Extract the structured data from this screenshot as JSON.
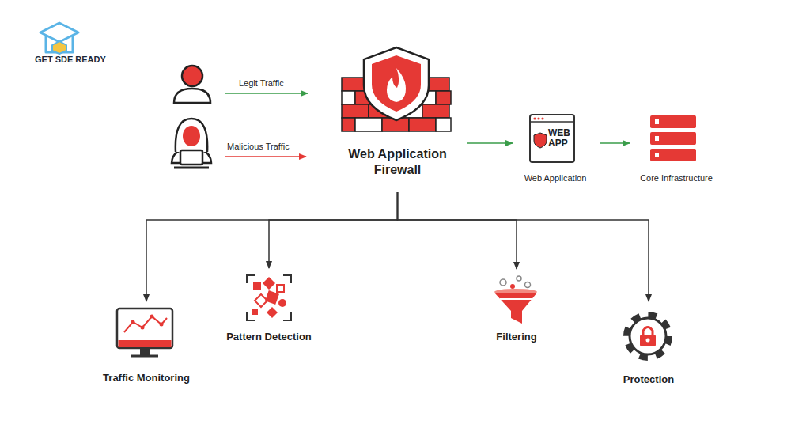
{
  "diagram": {
    "nodes": [
      {
        "text": [
          "Web Application Firewall"
        ]
      },
      {
        "text": [
          "WEB APP",
          "Web Application"
        ]
      },
      {
        "text": [
          "Core Infrastructure"
        ]
      },
      {
        "text": [
          "Traffic Monitoring"
        ]
      },
      {
        "text": [
          "Pattern Detection"
        ]
      },
      {
        "text": [
          "Filtering"
        ]
      },
      {
        "text": [
          "Protection"
        ]
      }
    ],
    "edges": [
      {
        "from": 0,
        "to": 1,
        "arrow": "to"
      },
      {
        "from": 1,
        "to": 2,
        "arrow": "to"
      },
      {
        "from": 0,
        "to": 3,
        "arrow": "to"
      },
      {
        "from": 0,
        "to": 4,
        "arrow": "to"
      },
      {
        "from": 0,
        "to": 5,
        "arrow": "to"
      },
      {
        "from": 0,
        "to": 6,
        "arrow": "to"
      }
    ],
    "labels": [
      "GET SDE READY",
      "Legit Traffic",
      "Malicious Traffic"
    ]
  }
}
